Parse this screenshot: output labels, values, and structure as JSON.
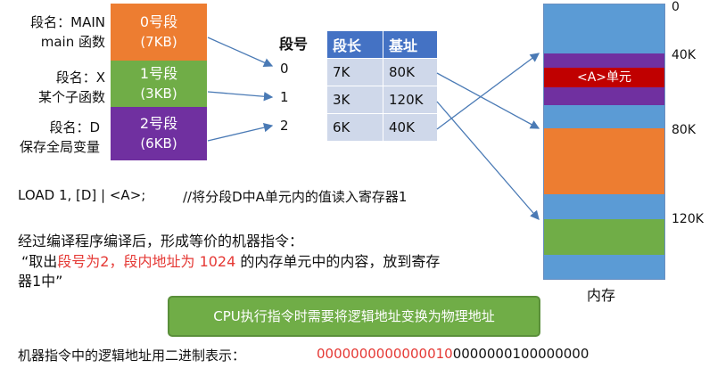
{
  "segments": [
    {
      "label_line1": "段名：MAIN",
      "label_line2": "main 函数",
      "name": "0号段",
      "size": "(7KB)",
      "color": "#ed7d31"
    },
    {
      "label_line1": "段名：X",
      "label_line2": "某个子函数",
      "name": "1号段",
      "size": "(3KB)",
      "color": "#70ad47"
    },
    {
      "label_line1": "段名：D",
      "label_line2": "保存全局变量",
      "name": "2号段",
      "size": "(6KB)",
      "color": "#7030a0"
    }
  ],
  "segment_table": {
    "index_header": "段号",
    "headers": [
      "段长",
      "基址"
    ],
    "indices": [
      "0",
      "1",
      "2"
    ],
    "rows": [
      [
        "7K",
        "80K"
      ],
      [
        "3K",
        "120K"
      ],
      [
        "6K",
        "40K"
      ]
    ]
  },
  "memory": {
    "ticks": [
      "0",
      "40K",
      "80K",
      "120K"
    ],
    "cell_label": "<A>单元",
    "caption": "内存",
    "colors": {
      "free": "#5b9bd5",
      "purple": "#7030a0",
      "cell": "#c00000",
      "orange": "#ed7d31",
      "green": "#70ad47"
    }
  },
  "instruction": {
    "code": "LOAD 1, [D] | <A>;",
    "comment": "//将分段D中A单元内的值读入寄存器1"
  },
  "explain": {
    "line1": "经过编译程序编译后，形成等价的机器指令：",
    "quote_open": "“取出",
    "red1": "段号为2，段内地址为 1024",
    "quote_mid": " 的内存单元中的内容，放到寄存",
    "line3": "器1中”"
  },
  "callout": "CPU执行指令时需要将逻辑地址变换为物理地址",
  "binary": {
    "label": "机器指令中的逻辑地址用二进制表示：",
    "red_part": "0000000000000010",
    "black_part": "0000000100000000"
  }
}
